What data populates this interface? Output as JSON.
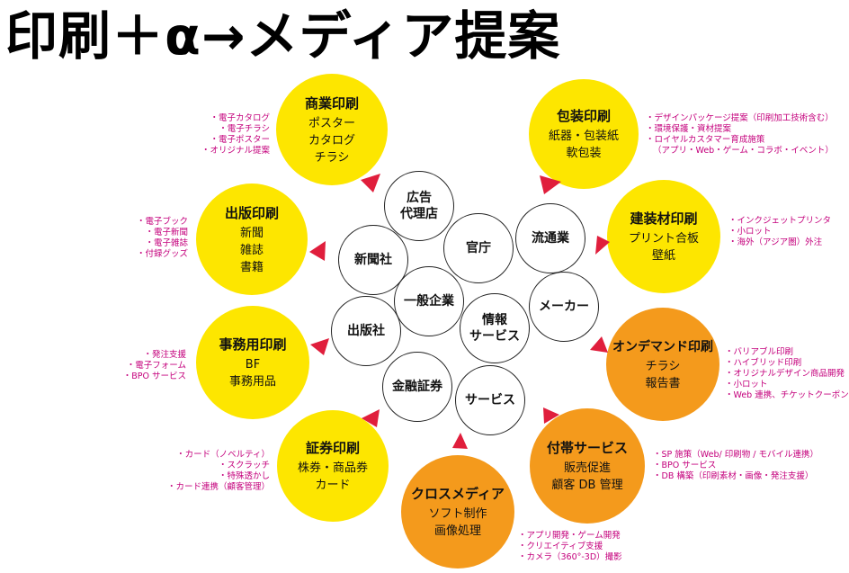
{
  "title": "印刷＋α→メディア提案",
  "outer": {
    "commercial": {
      "title": "商業印刷",
      "lines": [
        "ポスター",
        "カタログ",
        "チラシ"
      ],
      "notes": [
        "・電子カタログ",
        "・電子チラシ",
        "・電子ポスター",
        "・オリジナル提案"
      ]
    },
    "packaging": {
      "title": "包装印刷",
      "lines": [
        "紙器・包装紙",
        "軟包装"
      ],
      "notes": [
        "・デザインパッケージ提案（印刷加工技術含む）",
        "・環境保護・資材提案",
        "・ロイヤルカスタマー育成施策",
        "（アプリ・Web・ゲーム・コラボ・イベント）"
      ]
    },
    "publishing": {
      "title": "出版印刷",
      "lines": [
        "新聞",
        "雑誌",
        "書籍"
      ],
      "notes": [
        "・電子ブック",
        "・電子新聞",
        "・電子雑誌",
        "・付録グッズ"
      ]
    },
    "building": {
      "title": "建装材印刷",
      "lines": [
        "プリント合板",
        "壁紙"
      ],
      "notes": [
        "・インクジェットプリンタ",
        "・小ロット",
        "・海外（アジア圏）外注"
      ]
    },
    "office": {
      "title": "事務用印刷",
      "lines": [
        "BF",
        "事務用品"
      ],
      "notes": [
        "・発注支援",
        "・電子フォーム",
        "・BPO サービス"
      ]
    },
    "ondemand": {
      "title": "オンデマンド印刷",
      "lines": [
        "チラシ",
        "報告書"
      ],
      "notes": [
        "・バリアブル印刷",
        "・ハイブリッド印刷",
        "・オリジナルデザイン商品開発",
        "・小ロット",
        "・Web 連携、チケットクーポン"
      ]
    },
    "securities": {
      "title": "証券印刷",
      "lines": [
        "株券・商品券",
        "カード"
      ],
      "notes": [
        "・カード（ノベルティ）",
        "・スクラッチ",
        "・特殊透かし",
        "・カード連携（顧客管理）"
      ]
    },
    "crossmedia": {
      "title": "クロスメディア",
      "lines": [
        "ソフト制作",
        "画像処理"
      ],
      "notes": [
        "・アプリ開発・ゲーム開発",
        "・クリエイティブ支援",
        "・カメラ（360°-3D）撮影"
      ]
    },
    "service": {
      "title": "付帯サービス",
      "lines": [
        "販売促進",
        "顧客 DB 管理"
      ],
      "notes": [
        "・SP 施策（Web/ 印刷物 / モバイル連携）",
        "・BPO サービス",
        "・DB 構築（印刷素材・画像・発注支援）"
      ]
    }
  },
  "inner": {
    "ad_agency": [
      "広告",
      "代理店"
    ],
    "newspaper": [
      "新聞社"
    ],
    "government": [
      "官庁"
    ],
    "distribution": [
      "流通業"
    ],
    "general": [
      "一般企業"
    ],
    "info_service": [
      "情報",
      "サービス"
    ],
    "maker": [
      "メーカー"
    ],
    "publisher": [
      "出版社"
    ],
    "finance": [
      "金融証券"
    ],
    "service": [
      "サービス"
    ]
  },
  "colors": {
    "yellow": "#fde600",
    "orange": "#f49a1c",
    "note": "#c4007c",
    "arrow": "#e01e3c"
  }
}
